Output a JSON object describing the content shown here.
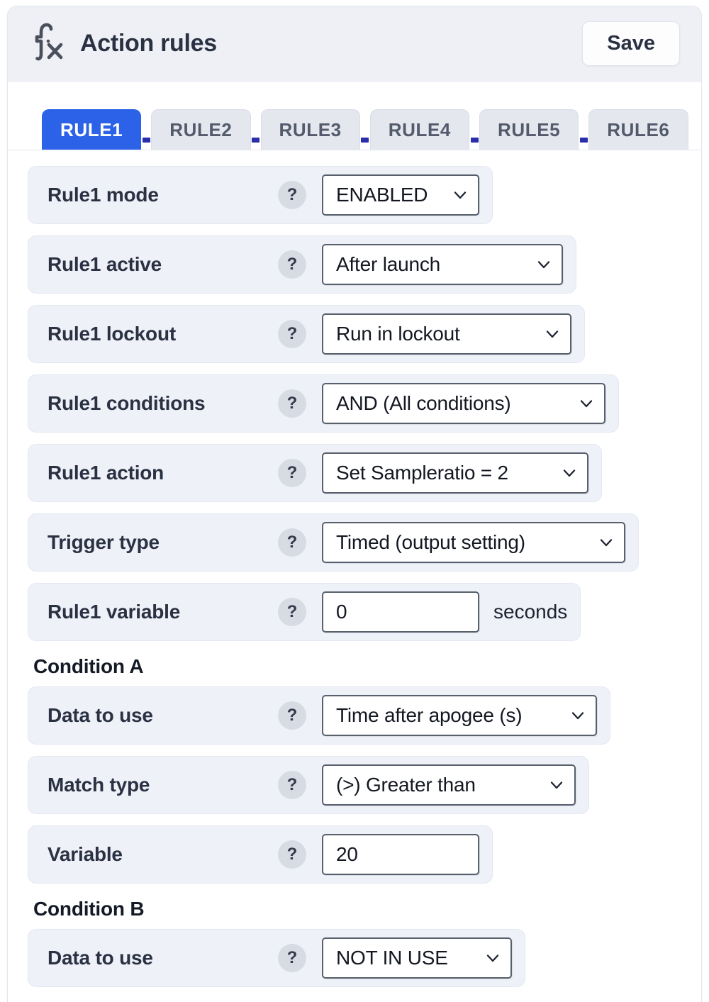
{
  "header": {
    "icon": "fx-icon",
    "title": "Action rules",
    "save_label": "Save"
  },
  "tabs": [
    {
      "label": "RULE1",
      "active": true
    },
    {
      "label": "RULE2",
      "active": false
    },
    {
      "label": "RULE3",
      "active": false
    },
    {
      "label": "RULE4",
      "active": false
    },
    {
      "label": "RULE5",
      "active": false
    },
    {
      "label": "RULE6",
      "active": false
    }
  ],
  "help_badge": "?",
  "rows": [
    {
      "label": "Rule1 mode",
      "help": "?",
      "type": "select",
      "value": "ENABLED"
    },
    {
      "label": "Rule1 active",
      "help": "?",
      "type": "select",
      "value": "After launch"
    },
    {
      "label": "Rule1 lockout",
      "help": "?",
      "type": "select",
      "value": "Run in lockout"
    },
    {
      "label": "Rule1 conditions",
      "help": "?",
      "type": "select",
      "value": "AND (All conditions)"
    },
    {
      "label": "Rule1 action",
      "help": "?",
      "type": "select",
      "value": "Set Sampleratio = 2"
    },
    {
      "label": "Trigger type",
      "help": "?",
      "type": "select",
      "value": "Timed (output setting)"
    },
    {
      "label": "Rule1 variable",
      "help": "?",
      "type": "input",
      "value": "0",
      "suffix": "seconds"
    }
  ],
  "condition_a": {
    "heading": "Condition A",
    "rows": [
      {
        "label": "Data to use",
        "help": "?",
        "type": "select",
        "value": "Time after apogee (s)"
      },
      {
        "label": "Match type",
        "help": "?",
        "type": "select",
        "value": "(>) Greater than"
      },
      {
        "label": "Variable",
        "help": "?",
        "type": "input",
        "value": "20"
      }
    ]
  },
  "condition_b": {
    "heading": "Condition B",
    "rows": [
      {
        "label": "Data to use",
        "help": "?",
        "type": "select",
        "value": "NOT IN USE"
      }
    ]
  },
  "colors": {
    "accent": "#2c62e8",
    "header_bg": "#eef0f5",
    "row_bg": "#eef1f8",
    "text": "#2a3142",
    "tab_dash": "#2a2ea8",
    "help_bg": "#d6dbe4",
    "control_border": "#58606d"
  }
}
